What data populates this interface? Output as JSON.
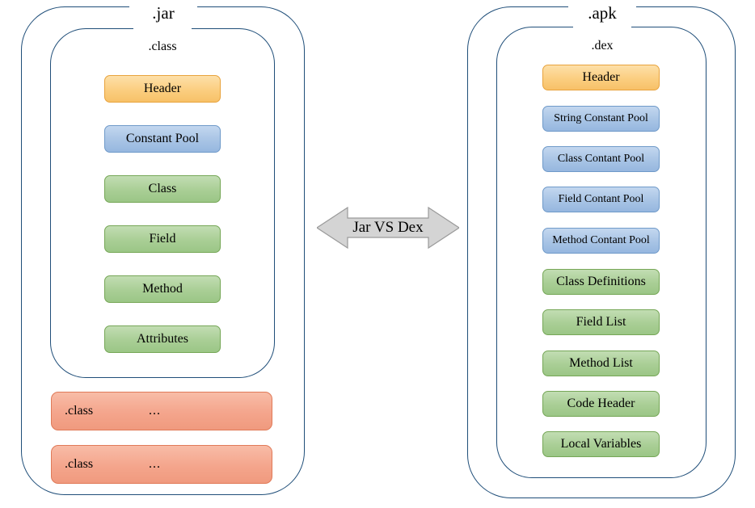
{
  "diagram": {
    "title": "Jar VS Dex",
    "colors": {
      "border": "#1F4E79",
      "amber": "#FBCE80",
      "blue": "#A8C4E5",
      "green": "#A9CE95",
      "salmon": "#F4A58C",
      "arrow_fill": "#D4D4D4",
      "arrow_stroke": "#9A9A9A"
    },
    "left": {
      "outer_title": ".jar",
      "inner_title": ".class",
      "items": [
        {
          "label": "Header",
          "color": "amber"
        },
        {
          "label": "Constant Pool",
          "color": "blue"
        },
        {
          "label": "Class",
          "color": "green"
        },
        {
          "label": "Field",
          "color": "green"
        },
        {
          "label": "Method",
          "color": "green"
        },
        {
          "label": "Attributes",
          "color": "green"
        }
      ],
      "extra_classes": [
        {
          "name": ".class",
          "dots": "..."
        },
        {
          "name": ".class",
          "dots": "..."
        }
      ]
    },
    "right": {
      "outer_title": ".apk",
      "inner_title": ".dex",
      "items": [
        {
          "label": "Header",
          "color": "amber"
        },
        {
          "label": "String Constant Pool",
          "color": "blue"
        },
        {
          "label": "Class Contant Pool",
          "color": "blue"
        },
        {
          "label": "Field Contant Pool",
          "color": "blue"
        },
        {
          "label": "Method Contant Pool",
          "color": "blue"
        },
        {
          "label": "Class Definitions",
          "color": "green"
        },
        {
          "label": "Field List",
          "color": "green"
        },
        {
          "label": "Method List",
          "color": "green"
        },
        {
          "label": "Code Header",
          "color": "green"
        },
        {
          "label": "Local Variables",
          "color": "green"
        }
      ]
    },
    "arrow": {
      "label": "Jar VS Dex",
      "direction": "double"
    }
  }
}
